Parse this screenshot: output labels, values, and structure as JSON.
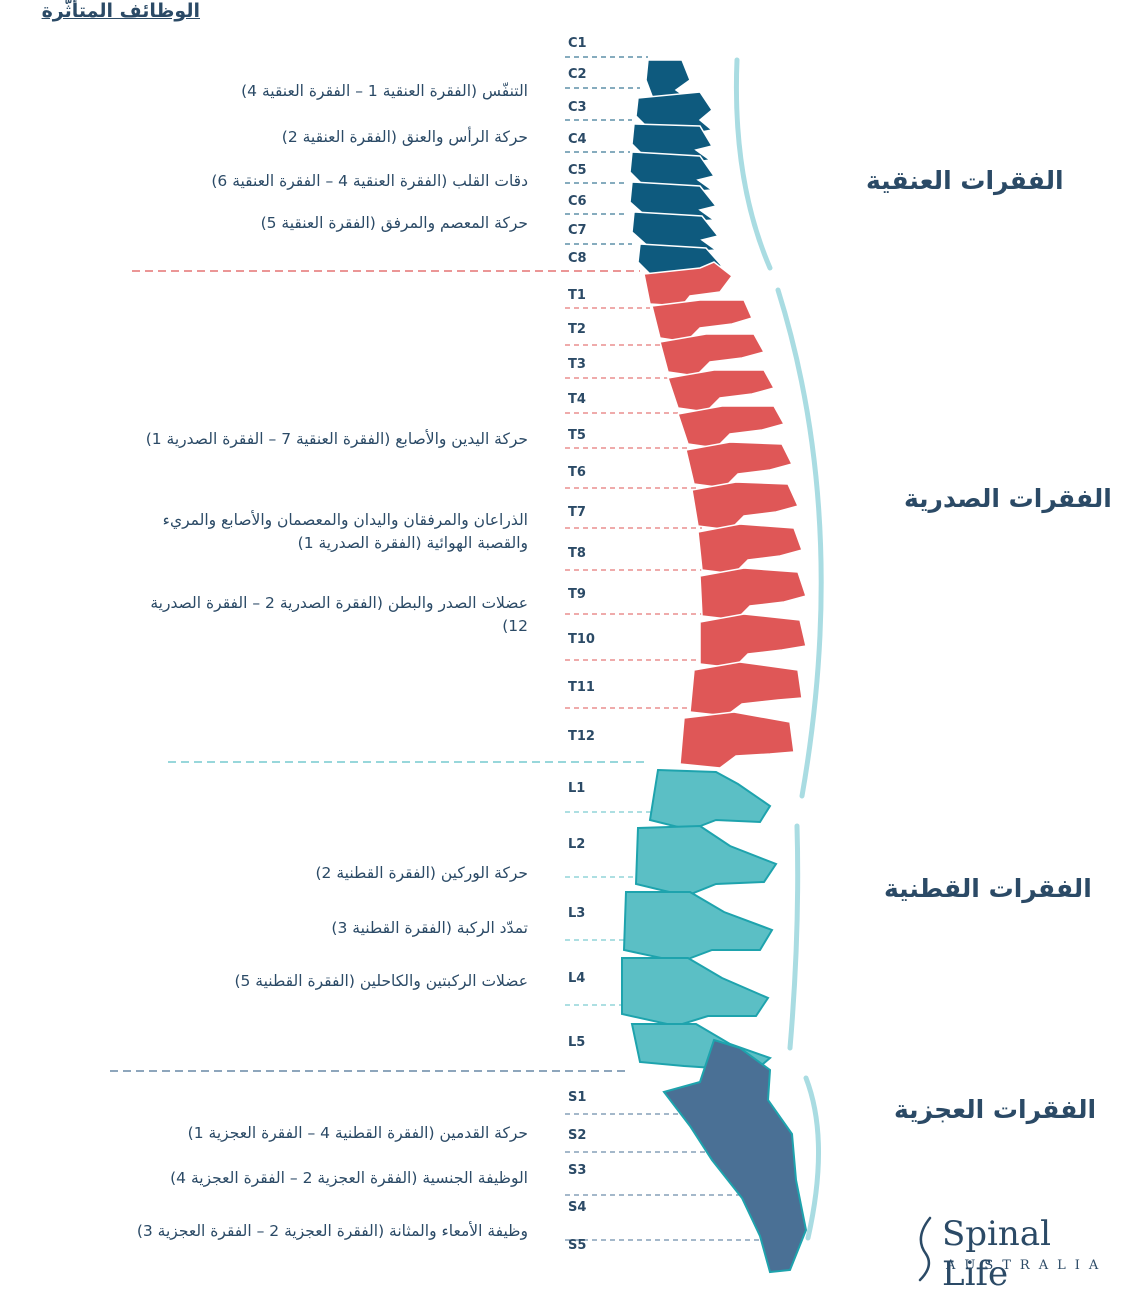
{
  "title": "الوظائف المتأثّرة",
  "levels": [
    "C1",
    "C2",
    "C3",
    "C4",
    "C5",
    "C6",
    "C7",
    "C8",
    "T1",
    "T2",
    "T3",
    "T4",
    "T5",
    "T6",
    "T7",
    "T8",
    "T9",
    "T10",
    "T11",
    "T12",
    "L1",
    "L2",
    "L3",
    "L4",
    "L5",
    "S1",
    "S2",
    "S3",
    "S4",
    "S5"
  ],
  "functions": [
    "التنفّس (الفقرة العنقية 1 – الفقرة العنقية 4)",
    "حركة الرأس والعنق (الفقرة العنقية 2)",
    "دقات القلب (الفقرة العنقية 4 – الفقرة العنقية 6)",
    "حركة المعصم والمرفق (الفقرة العنقية 5)",
    "حركة اليدين والأصابع (الفقرة العنقية 7 – الفقرة الصدرية 1)",
    "الذراعان والمرفقان واليدان والمعصمان والأصابع والمريء والقصبة الهوائية (الفقرة الصدرية 1)",
    "عضلات الصدر والبطن (الفقرة الصدرية 2 – الفقرة الصدرية 12)",
    "حركة الوركين (الفقرة القطنية 2)",
    "تمدّد الركبة (الفقرة القطنية 3)",
    "عضلات الركبتين والكاحلين (الفقرة القطنية 5)",
    "حركة القدمين (الفقرة القطنية 4 – الفقرة العجزية 1)",
    "الوظيفة الجنسية (الفقرة العجزية 2 – الفقرة العجزية 4)",
    "وظيفة الأمعاء والمثانة (الفقرة العجزية 2 – الفقرة العجزية 3)"
  ],
  "regions": {
    "cervical": "الفقرات العنقية",
    "thoracic": "الفقرات الصدرية",
    "lumbar": "الفقرات القطنية",
    "sacral": "الفقرات العجزية"
  },
  "colors": {
    "cervical": "#0e5a7e",
    "thoracic": "#df5757",
    "lumbar": "#5bbfc5",
    "sacral": "#4a7095",
    "curve": "#a9dce2",
    "text": "#2b4a66"
  },
  "logo": {
    "name": "Spinal Life",
    "sub": "AUSTRALIA"
  }
}
